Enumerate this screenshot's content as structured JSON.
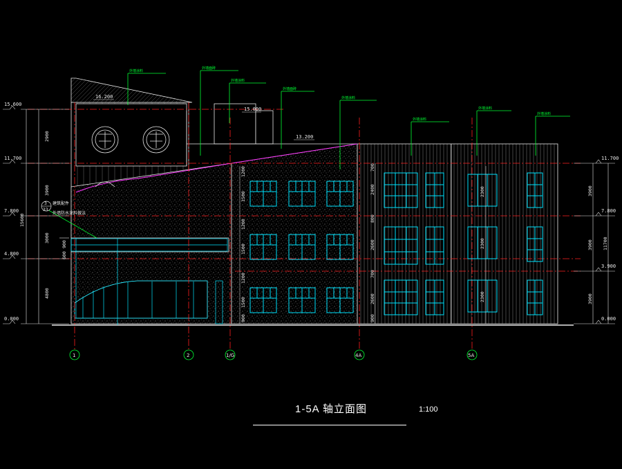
{
  "drawing": {
    "title": "1-5A 轴立面图",
    "scale": "1:100",
    "left_levels": [
      "15.600",
      "11.700",
      "7.800",
      "4.800",
      "0.000"
    ],
    "right_levels": [
      "11.700",
      "7.800",
      "3.900",
      "0.000"
    ],
    "top_elevations": [
      "16.200",
      "15.000",
      "13.200"
    ],
    "left_dims": [
      "2900",
      "3900",
      "3000",
      "4800",
      "15600",
      "900",
      "600"
    ],
    "right_dims": [
      "3900",
      "3900",
      "3900",
      "11700"
    ],
    "axes": [
      "1",
      "2",
      "1/G",
      "4A",
      "5A"
    ],
    "callout_top": "3",
    "callout_bottom": "33",
    "callout_note_1": "建筑配件",
    "callout_note_2": "外墙防水涂料做法",
    "vertical_dims_mid": [
      "1200",
      "1500",
      "1200",
      "1500",
      "1200",
      "1500",
      "900"
    ],
    "vertical_dims_right": [
      "700",
      "2400",
      "800",
      "2600",
      "700",
      "2600",
      "900"
    ],
    "vertical_dims_far": [
      "2300",
      "2300",
      "2300"
    ],
    "material_leader_labels": [
      "外墙涂料",
      "外墙面砖",
      "外墙涂料",
      "外墙面砖",
      "外墙涂料",
      "外墙涂料",
      "外墙涂料",
      "外墙涂料"
    ],
    "colors": {
      "background": "#000000",
      "lines": "#e8e8e8",
      "axis_lines": "#ff2020",
      "windows": "#00e5ff",
      "leaders": "#00ff33",
      "roof_line": "#ff33ff"
    }
  }
}
